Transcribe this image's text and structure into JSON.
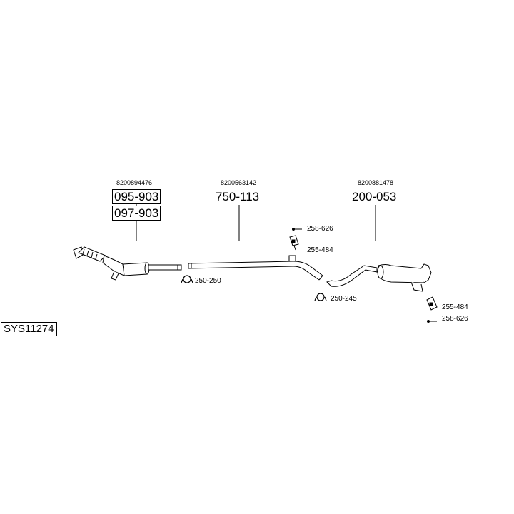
{
  "system_code": "SYS11274",
  "groups": [
    {
      "oem": "8200894476",
      "parts": [
        "095-903",
        "097-903"
      ]
    },
    {
      "oem": "8200563142",
      "parts": [
        "750-113"
      ]
    },
    {
      "oem": "8200881478",
      "parts": [
        "200-053"
      ]
    }
  ],
  "fittings": [
    {
      "code": "258-626",
      "kind": "bolt"
    },
    {
      "code": "255-484",
      "kind": "rubber-mount"
    },
    {
      "code": "250-250",
      "kind": "clamp"
    },
    {
      "code": "250-245",
      "kind": "clamp"
    },
    {
      "code": "255-484",
      "kind": "rubber-mount"
    },
    {
      "code": "258-626",
      "kind": "bolt"
    }
  ]
}
